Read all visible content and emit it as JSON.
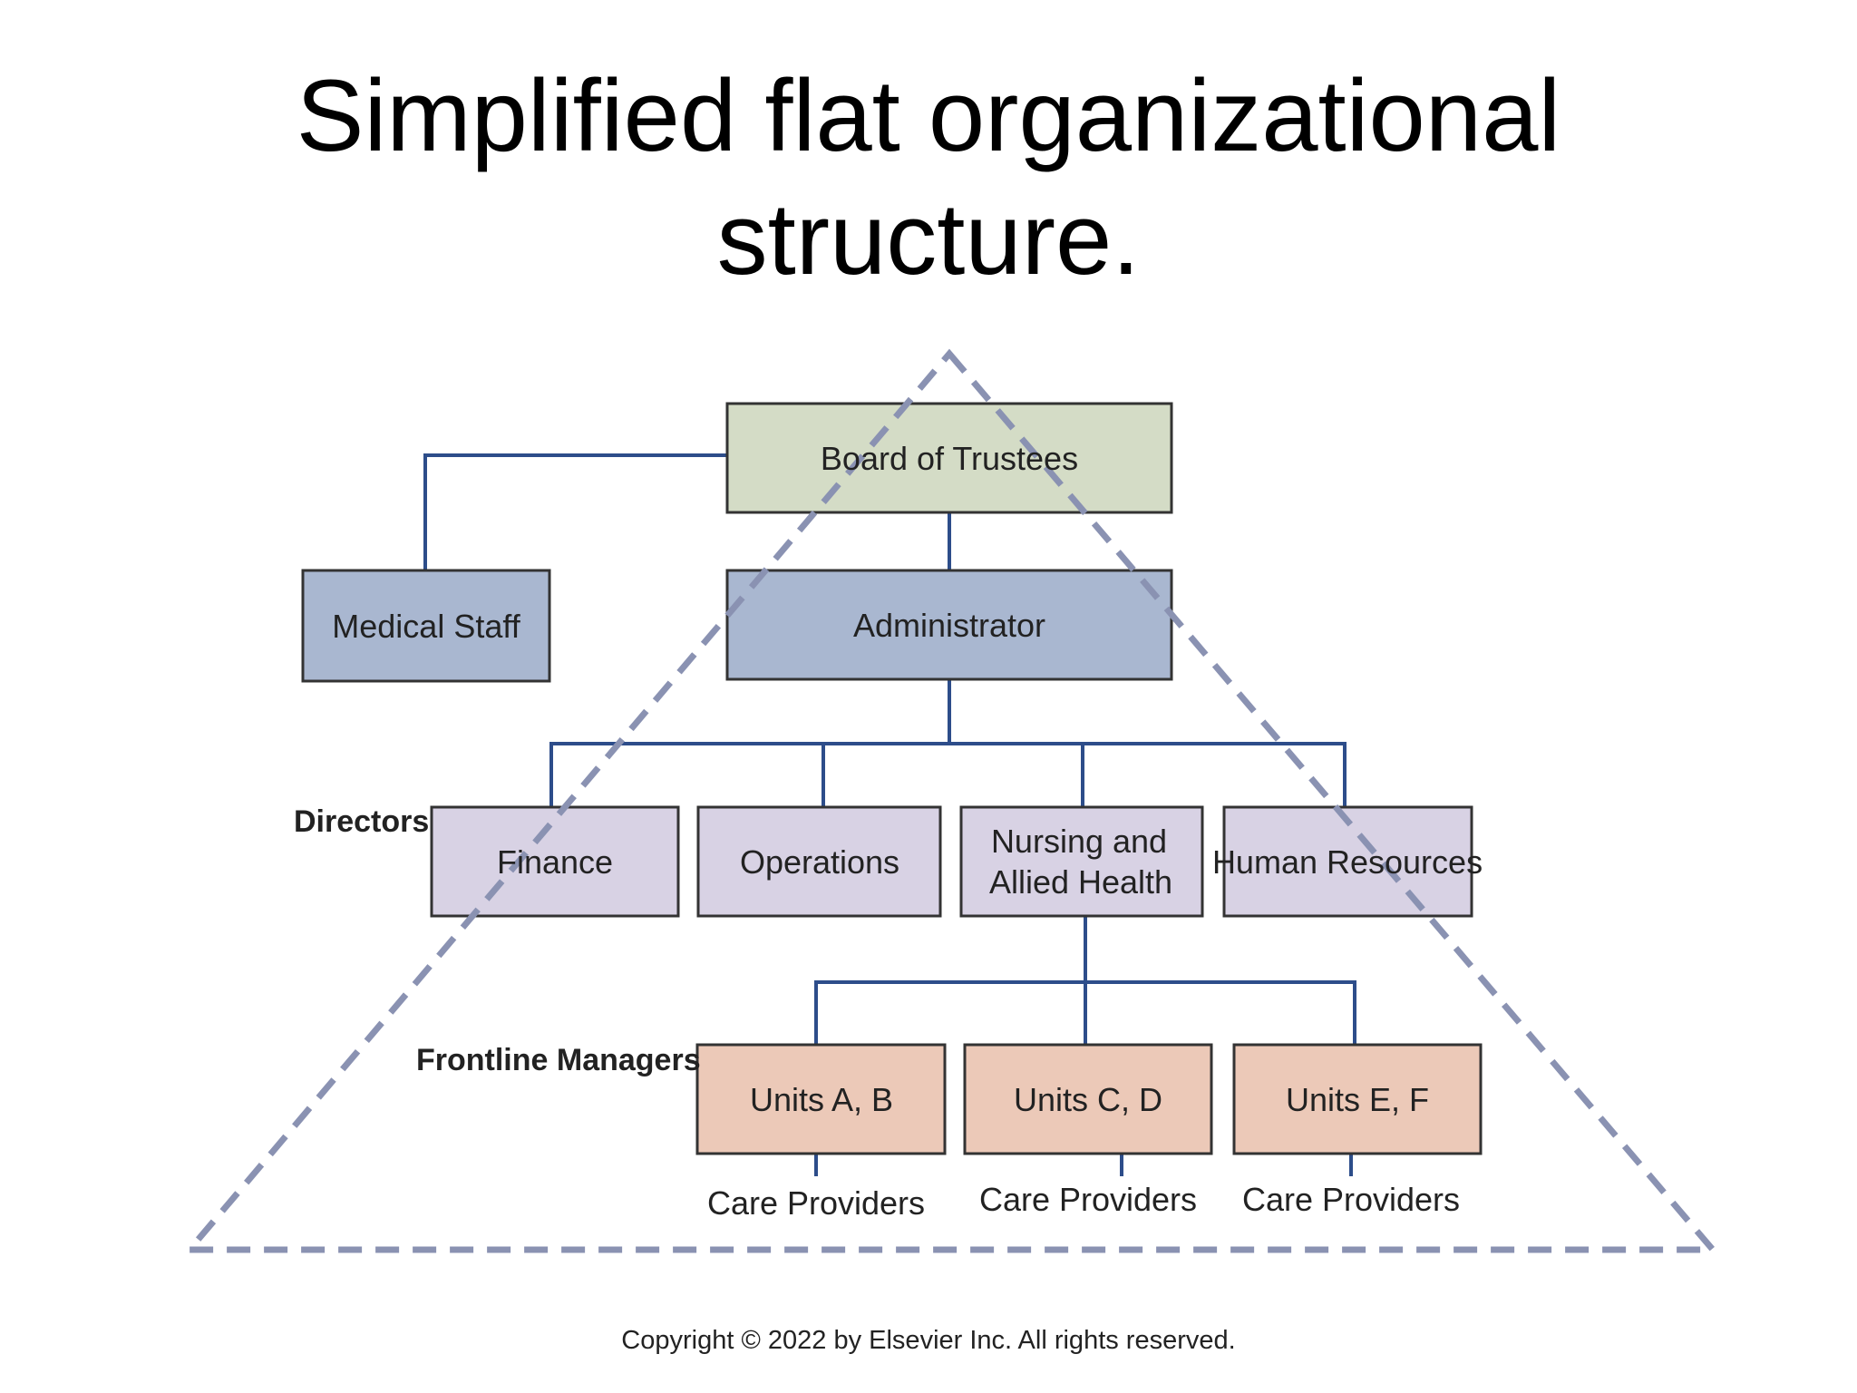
{
  "title": {
    "line1": "Simplified flat organizational",
    "line2": "structure."
  },
  "colors": {
    "board": "#d4dcc6",
    "administrator": "#a9b7d0",
    "medical_staff": "#a9b7d0",
    "directors": "#d8d2e4",
    "frontline": "#ecc9b8",
    "connector": "#2d4d8a",
    "pyramid_dash": "#8a92b2",
    "box_border": "#333333"
  },
  "nodes": {
    "board": "Board of Trustees",
    "administrator": "Administrator",
    "medical_staff": "Medical Staff",
    "finance": "Finance",
    "operations": "Operations",
    "nursing_line1": "Nursing and",
    "nursing_line2": "Allied Health",
    "human_resources": "Human Resources",
    "units_ab": "Units A, B",
    "units_cd": "Units C, D",
    "units_ef": "Units E, F"
  },
  "levels": {
    "directors": "Directors",
    "frontline_managers": "Frontline Managers"
  },
  "care_providers": [
    "Care Providers",
    "Care Providers",
    "Care Providers"
  ],
  "copyright": "Copyright © 2022 by Elsevier Inc. All rights reserved."
}
